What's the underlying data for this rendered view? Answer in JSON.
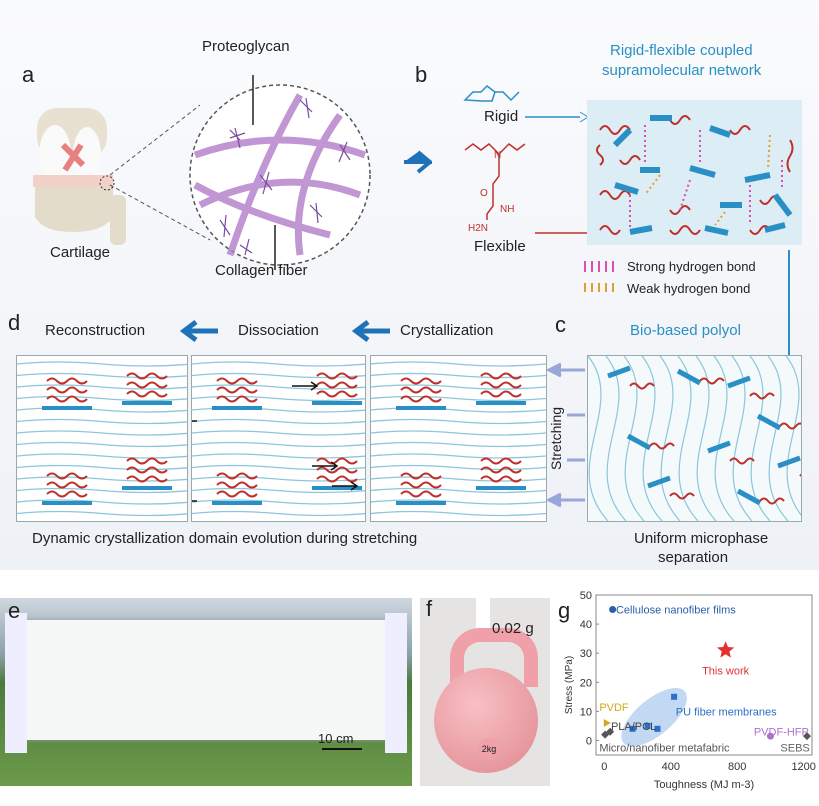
{
  "panels": {
    "a": "a",
    "b": "b",
    "c": "c",
    "d": "d",
    "e": "e",
    "f": "f",
    "g": "g"
  },
  "a": {
    "proteoglycan": "Proteoglycan",
    "cartilage": "Cartilage",
    "collagen": "Collagen fiber"
  },
  "b": {
    "title1": "Rigid-flexible coupled",
    "title2": "supramolecular network",
    "rigid": "Rigid",
    "flexible": "Flexible",
    "nh": "NH",
    "h2n": "H2N",
    "o": "O",
    "n": "N",
    "strong": "Strong hydrogen bond",
    "weak": "Weak hydrogen bond"
  },
  "c": {
    "polyol": "Bio-based polyol",
    "stretching": "Stretching",
    "caption1": "Uniform microphase",
    "caption2": "separation"
  },
  "d": {
    "reconstruction": "Reconstruction",
    "dissociation": "Dissociation",
    "crystallization": "Crystallization",
    "caption": "Dynamic crystallization domain evolution during stretching"
  },
  "e": {
    "scale": "10 cm"
  },
  "f": {
    "mass": "0.02 g",
    "kettlebell": "2kg"
  },
  "colors": {
    "rigid": "#2a8fc4",
    "flexible": "#c0302a",
    "strong": "#d94fb5",
    "weak": "#e0a030"
  },
  "chart_data": {
    "type": "scatter",
    "xlabel": "Toughness (MJ m-3)",
    "ylabel": "Stress (MPa)",
    "xlim": [
      -50,
      1250
    ],
    "ylim": [
      -5,
      50
    ],
    "xticks": [
      0,
      400,
      800,
      1200
    ],
    "yticks": [
      0,
      10,
      20,
      30,
      40,
      50
    ],
    "series": [
      {
        "name": "Cellulose nanofiber films",
        "color": "#2b5fa8",
        "marker": "pentagon",
        "points": [
          [
            50,
            45
          ]
        ]
      },
      {
        "name": "This work",
        "color": "#e03030",
        "marker": "star",
        "points": [
          [
            730,
            31
          ]
        ]
      },
      {
        "name": "PU fiber membranes",
        "color": "#2a70c8",
        "marker": "square",
        "points": [
          [
            170,
            4
          ],
          [
            260,
            5
          ],
          [
            320,
            4
          ],
          [
            420,
            15
          ]
        ]
      },
      {
        "name": "PVDF",
        "color": "#d4a820",
        "marker": "triangle",
        "points": [
          [
            15,
            6
          ]
        ]
      },
      {
        "name": "PLA/PCL",
        "color": "#555",
        "marker": "diamond",
        "points": [
          [
            35,
            3
          ]
        ]
      },
      {
        "name": "Micro/nanofiber metafabric",
        "color": "#555",
        "marker": "diamond",
        "points": [
          [
            5,
            2
          ]
        ]
      },
      {
        "name": "PVDF-HFP",
        "color": "#b070d0",
        "marker": "circle",
        "points": [
          [
            1000,
            1.5
          ]
        ]
      },
      {
        "name": "SEBS",
        "color": "#555",
        "marker": "diamond",
        "points": [
          [
            1220,
            1.5
          ]
        ]
      }
    ]
  }
}
